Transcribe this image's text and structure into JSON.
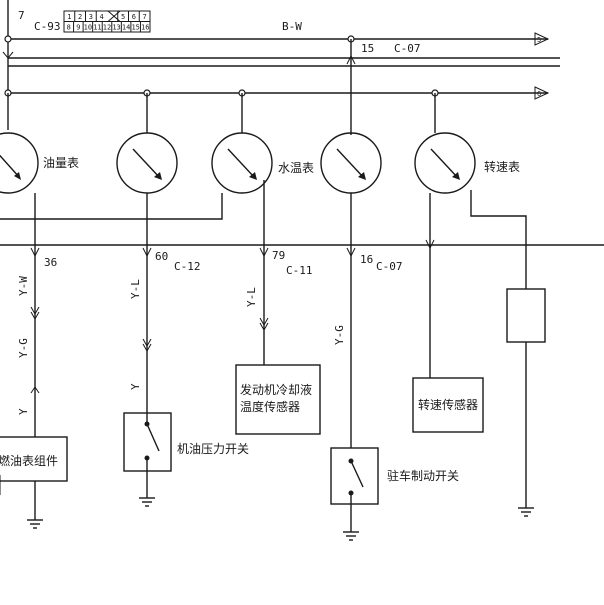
{
  "connector_pins": {
    "top": [
      "1",
      "2",
      "3",
      "4",
      "5",
      "6",
      "7"
    ],
    "bottom": [
      "8",
      "9",
      "10",
      "11",
      "12",
      "13",
      "14",
      "15",
      "16"
    ]
  },
  "wires": {
    "top_pin": "7",
    "top_connector": "C-93",
    "bus_color": "B-W",
    "bus_pin": "15",
    "bus_connector": "C-07",
    "arrow_upper": "5",
    "arrow_lower": "6",
    "fuel_pin": "36",
    "fuel_color_1": "Y-W",
    "fuel_color_2": "Y-G",
    "fuel_color_3": "Y",
    "oil_pin": "60",
    "oil_connector": "C-12",
    "oil_color_1": "Y-L",
    "oil_color_2": "Y",
    "temp_pin": "79",
    "temp_connector": "C-11",
    "temp_color": "Y-L",
    "park_pin": "16",
    "park_connector": "C-07",
    "park_color": "Y-G"
  },
  "gauges": {
    "fuel": "油量表",
    "temp": "水温表",
    "tach": "转速表"
  },
  "components": {
    "fuel_unit": "燃油表组件",
    "oil_switch": "机油压力开关",
    "coolant_sensor_line1": "发动机冷却液",
    "coolant_sensor_line2": "温度传感器",
    "speed_sensor": "转速传感器",
    "park_switch": "驻车制动开关"
  }
}
